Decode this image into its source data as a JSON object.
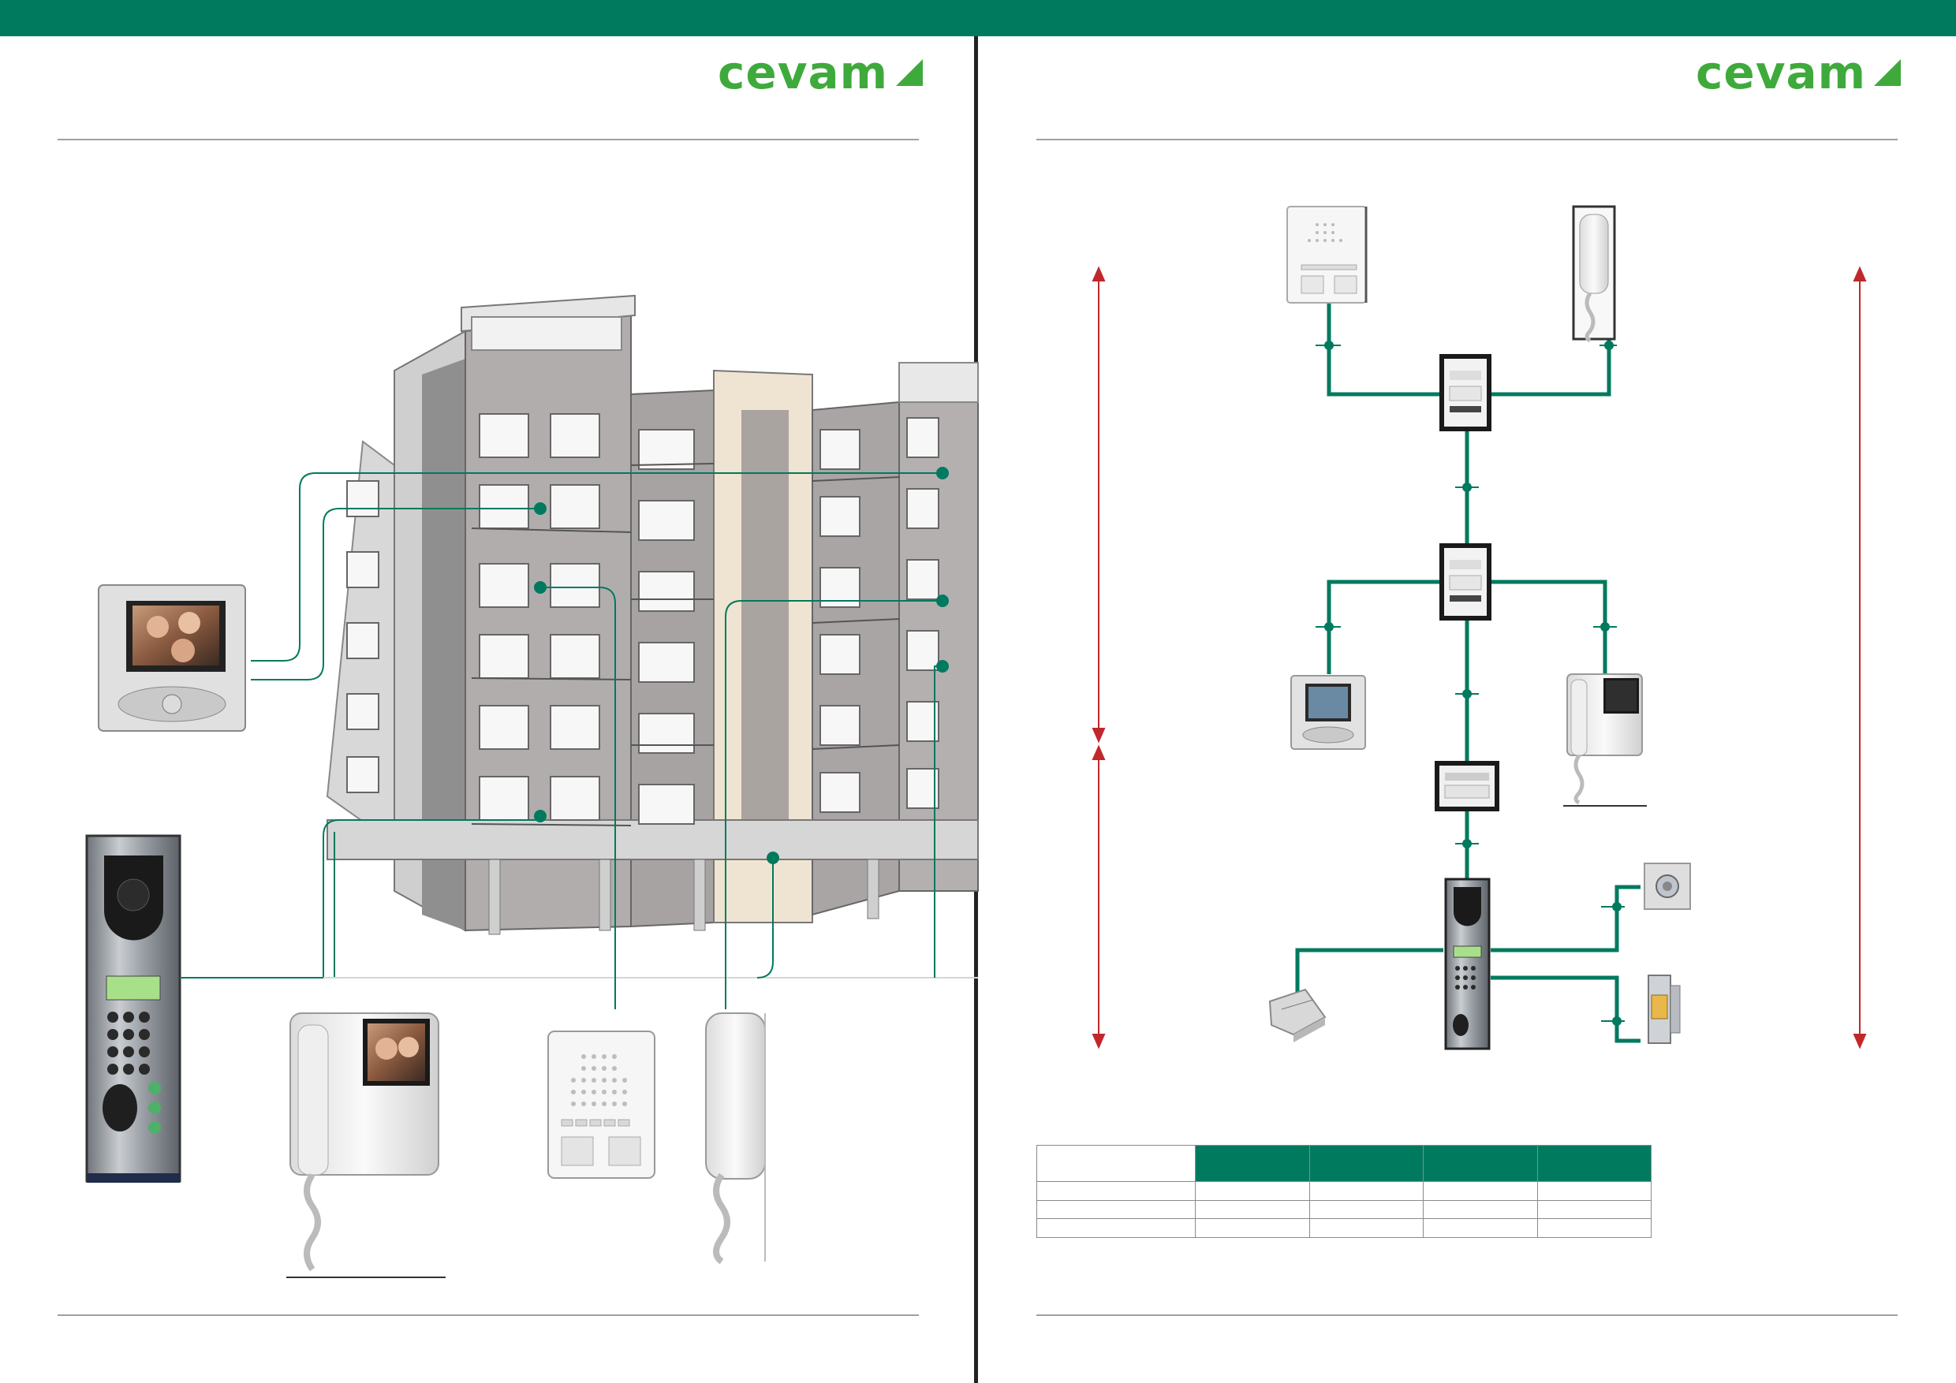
{
  "brand": {
    "name": "cevam",
    "color": "#3faa3c",
    "accent": "#007a5e"
  },
  "colors": {
    "topbar": "#007a5e",
    "wire": "#007a5e",
    "dimension": "#c0282c",
    "divider": "#222222",
    "rule": "#a0a0a0"
  },
  "left_page": {
    "logo_text": "cevam",
    "devices": [
      {
        "name": "color video monitor with photo screen",
        "icon": "video-monitor-icon"
      },
      {
        "name": "outdoor door panel with keypad and display",
        "icon": "door-panel-icon"
      },
      {
        "name": "video handset monitor",
        "icon": "video-handset-icon"
      },
      {
        "name": "audio hands-free intercom",
        "icon": "hands-free-icon"
      },
      {
        "name": "audio handset",
        "icon": "handset-icon"
      }
    ],
    "building": {
      "icon": "apartment-building-icon"
    }
  },
  "right_page": {
    "logo_text": "cevam",
    "diagram": {
      "nodes": [
        {
          "name": "hands-free intercom",
          "icon": "hands-free-icon"
        },
        {
          "name": "audio handset",
          "icon": "handset-icon"
        },
        {
          "name": "floor distributor upper",
          "icon": "distributor-icon"
        },
        {
          "name": "floor distributor lower",
          "icon": "distributor-icon"
        },
        {
          "name": "color monitor",
          "icon": "video-monitor-icon"
        },
        {
          "name": "video handset",
          "icon": "video-handset-icon"
        },
        {
          "name": "power supply module",
          "icon": "power-module-icon"
        },
        {
          "name": "door panel",
          "icon": "door-panel-icon"
        },
        {
          "name": "transformer",
          "icon": "transformer-icon"
        },
        {
          "name": "exit button",
          "icon": "exit-button-icon"
        },
        {
          "name": "electric lock",
          "icon": "electric-lock-icon"
        }
      ]
    },
    "table": {
      "columns": 5,
      "header_row_filled_columns": 4,
      "body_rows": 3
    }
  }
}
